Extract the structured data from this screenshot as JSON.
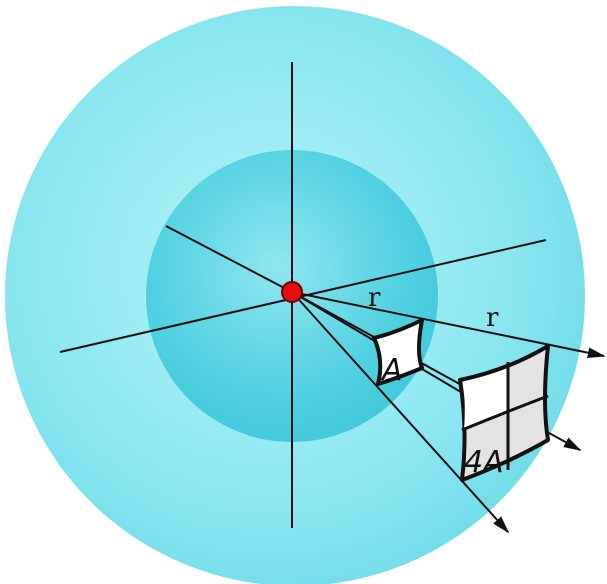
{
  "labels": {
    "r_inner": "r",
    "r_outer": "r",
    "area_small": "A",
    "area_large": "4A"
  },
  "colors": {
    "outer_sphere": "#7fe3ee",
    "inner_sphere": "#49cfe0",
    "source": "#e01010",
    "patch_fill": "#ffffff",
    "patch_shade": "#e3e3e3",
    "line": "#111111"
  },
  "icons": {
    "source": "point-source-dot",
    "rays": "arrow-head"
  }
}
